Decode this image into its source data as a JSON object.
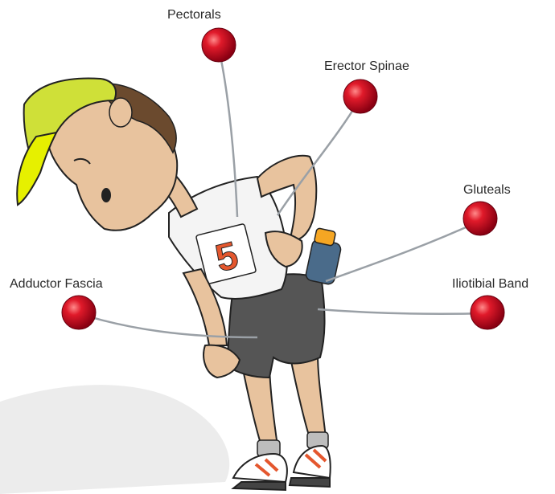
{
  "labels": {
    "pectorals": "Pectorals",
    "erector_spinae": "Erector Spinae",
    "gluteals": "Gluteals",
    "adductor_fascia": "Adductor Fascia",
    "iliotibial_band": "Iliotibial Band"
  },
  "bib_number": "5",
  "colors": {
    "pin_head": "#c8102e",
    "pin_shaft": "#9aa0a6",
    "cap": "#cfe038",
    "skin": "#e8c39e",
    "shorts": "#555555",
    "shirt": "#f4f4f4",
    "bib_number": "#e4572e"
  },
  "icons": [
    "pin-icon",
    "runner-illustration"
  ]
}
